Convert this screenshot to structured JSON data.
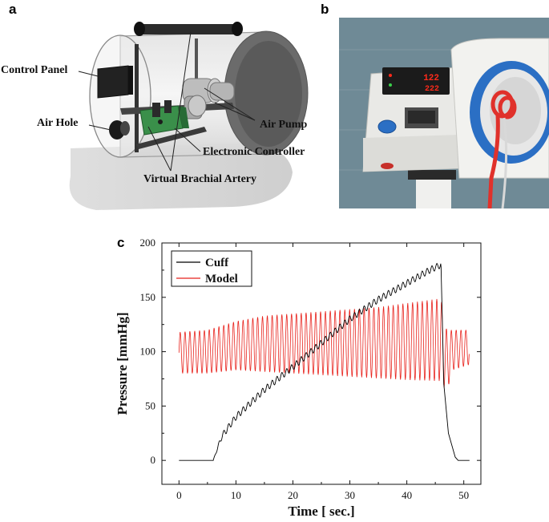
{
  "panels": {
    "a": "a",
    "b": "b",
    "c": "c"
  },
  "diagram": {
    "labels": {
      "control_panel": "Control Panel",
      "air_hole": "Air Hole",
      "air_pump": "Air Pump",
      "electronic_controller": "Electronic Controller",
      "virtual_brachial_artery": "Virtual Brachial Artery"
    }
  },
  "photo": {
    "display_top": "122",
    "display_bottom": "222",
    "colors": {
      "wall": "#6f8a96",
      "device": "#e9e9e6",
      "cuff_ring": "#2b6fc4",
      "tube": "#e0312b",
      "display": "#1b1b1b",
      "led": "#ff2a1a"
    }
  },
  "chart_data": {
    "type": "line",
    "xlabel": "Time [ sec.]",
    "ylabel": "Pressure [mmHg]",
    "xlim": [
      -3,
      53
    ],
    "ylim": [
      -22,
      200
    ],
    "xticks": [
      0,
      10,
      20,
      30,
      40,
      50
    ],
    "yticks": [
      0,
      50,
      100,
      150,
      200
    ],
    "legend_position": "top-left",
    "grid": false,
    "series": [
      {
        "name": "Cuff",
        "color": "#000000",
        "baseline": [
          [
            0,
            0
          ],
          [
            6,
            0
          ]
        ],
        "ramp": [
          [
            6,
            0
          ],
          [
            7.5,
            22
          ],
          [
            10,
            40
          ],
          [
            15,
            65
          ],
          [
            20,
            86
          ],
          [
            25,
            108
          ],
          [
            30,
            130
          ],
          [
            35,
            148
          ],
          [
            40,
            163
          ],
          [
            44,
            175
          ],
          [
            46,
            180
          ]
        ],
        "ripple_amplitude": 3,
        "ripple_period_s": 0.85,
        "deflate": [
          [
            46,
            178
          ],
          [
            46.5,
            70
          ],
          [
            47.3,
            25
          ],
          [
            48.5,
            3
          ],
          [
            49,
            0
          ],
          [
            51,
            0
          ]
        ]
      },
      {
        "name": "Model",
        "color": "#e8221c",
        "period_s": 0.85,
        "upper_envelope": [
          [
            0,
            118
          ],
          [
            5,
            120
          ],
          [
            10,
            128
          ],
          [
            15,
            133
          ],
          [
            25,
            137
          ],
          [
            35,
            141
          ],
          [
            46,
            149
          ],
          [
            47,
            120
          ],
          [
            51,
            120
          ]
        ],
        "lower_envelope": [
          [
            0,
            80
          ],
          [
            5,
            80
          ],
          [
            10,
            83
          ],
          [
            20,
            80
          ],
          [
            30,
            77
          ],
          [
            40,
            74
          ],
          [
            46,
            73
          ],
          [
            47,
            62
          ],
          [
            48,
            83
          ],
          [
            51,
            88
          ]
        ],
        "x_range": [
          0,
          51
        ]
      }
    ]
  }
}
